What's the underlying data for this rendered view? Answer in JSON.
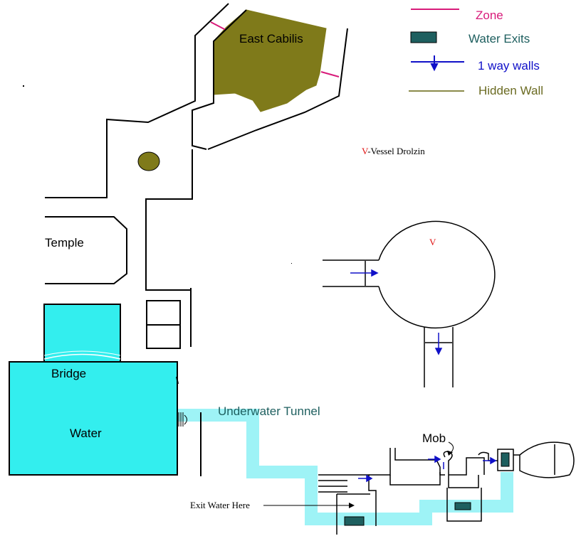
{
  "legend": {
    "zone": {
      "label": "Zone",
      "color": "#d81b7a"
    },
    "water_exits": {
      "label": "Water Exits",
      "color": "#1e5f5f"
    },
    "one_way_walls": {
      "label": "1 way walls",
      "color": "#1010c8"
    },
    "hidden_wall": {
      "label": "Hidden Wall",
      "color": "#6b6b22"
    }
  },
  "vessel_note": {
    "letter": "V",
    "text": "-Vessel Drolzin"
  },
  "vessel_marker": "V",
  "labels": {
    "east_cabilis": "East Cabilis",
    "temple": "Temple",
    "bridge": "Bridge",
    "water": "Water",
    "underwater_tunnel": "Underwater Tunnel",
    "mob": "Mob",
    "exit_water_here": "Exit Water Here"
  },
  "colors": {
    "water": "#33eeee",
    "tunnel": "#9ef3f6",
    "east_cabilis_fill": "#7f7a1a",
    "wall": "#000000",
    "water_exit_fill": "#1e5f5f",
    "one_way": "#1010c8",
    "zone": "#d81b7a"
  }
}
